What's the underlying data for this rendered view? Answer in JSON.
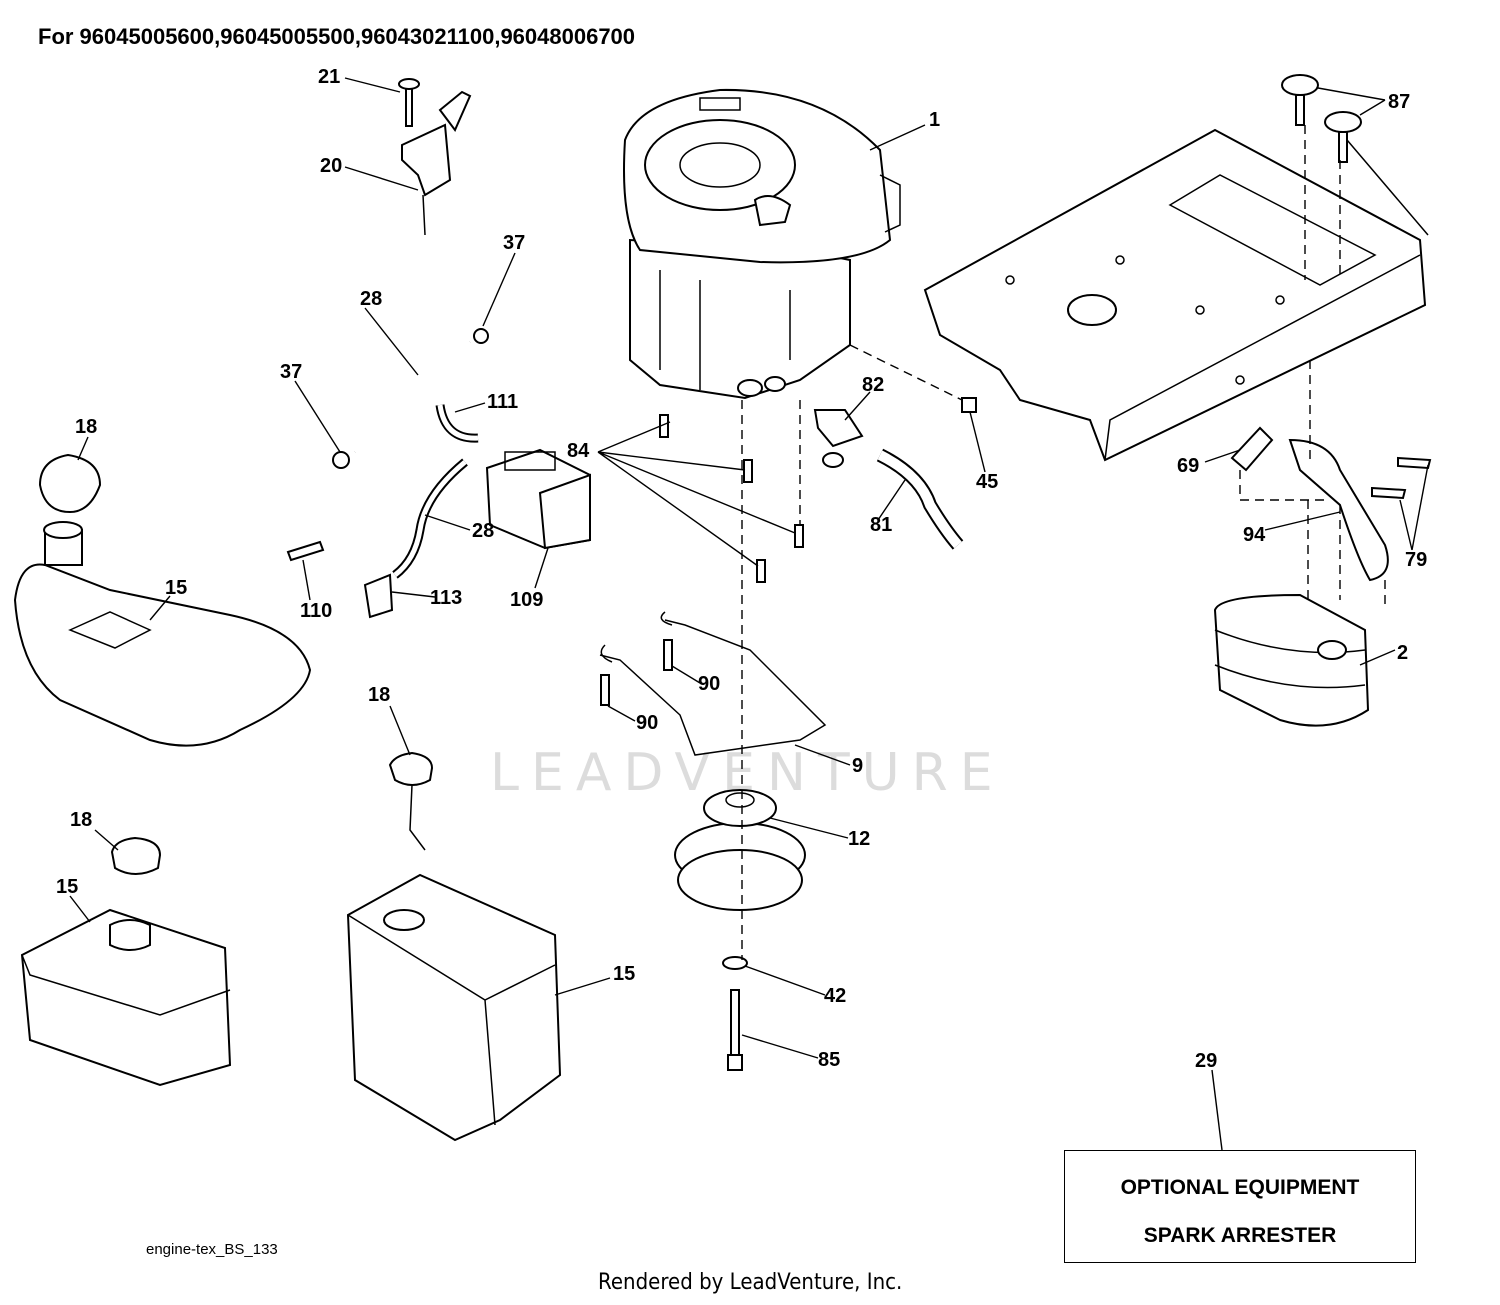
{
  "header": {
    "title": "For 96045005600,96045005500,96043021100,96048006700"
  },
  "callouts": {
    "c1": "1",
    "c2": "2",
    "c9": "9",
    "c12": "12",
    "c15a": "15",
    "c15b": "15",
    "c15c": "15",
    "c18a": "18",
    "c18b": "18",
    "c18c": "18",
    "c20": "20",
    "c21": "21",
    "c28a": "28",
    "c28b": "28",
    "c29": "29",
    "c37a": "37",
    "c37b": "37",
    "c42": "42",
    "c45": "45",
    "c69": "69",
    "c79": "79",
    "c81": "81",
    "c82": "82",
    "c84": "84",
    "c85": "85",
    "c87": "87",
    "c90a": "90",
    "c90b": "90",
    "c94": "94",
    "c109": "109",
    "c110": "110",
    "c111": "111",
    "c113": "113"
  },
  "optional_box": {
    "line1": "OPTIONAL EQUIPMENT",
    "line2": "SPARK ARRESTER"
  },
  "watermark": "LEADVENTURE",
  "footer": {
    "diagram_code": "engine-tex_BS_133",
    "credit": "Rendered by LeadVenture, Inc."
  }
}
